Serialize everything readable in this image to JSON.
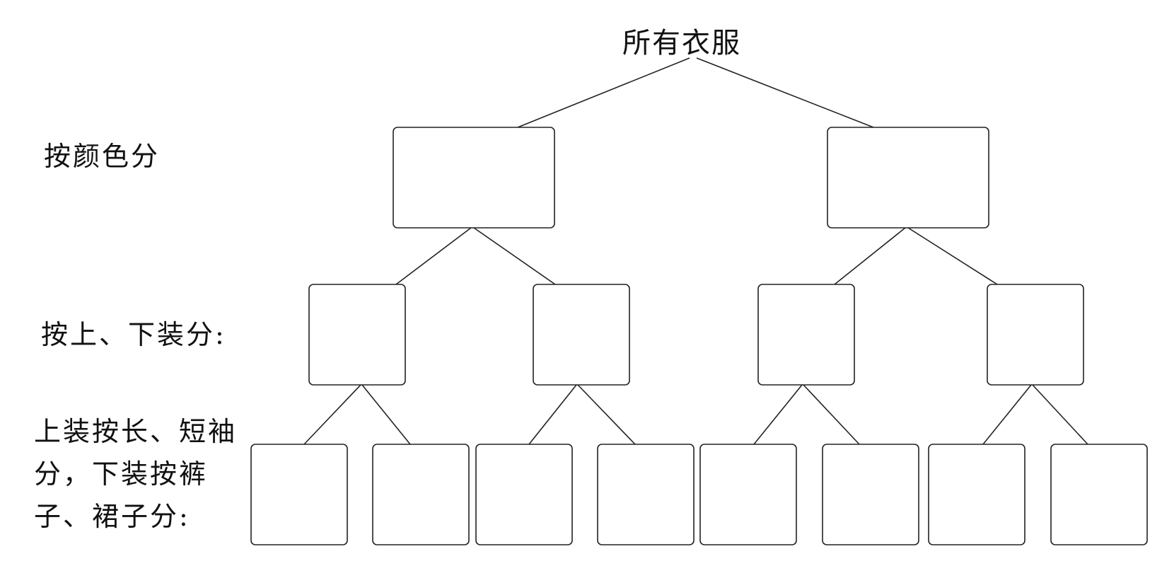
{
  "root": {
    "label": "所有衣服"
  },
  "levels": [
    {
      "label": "按颜色分"
    },
    {
      "label": "按上、下装分:"
    },
    {
      "label": "上装按长、短袖分，下装按裤子、裙子分:"
    }
  ],
  "tree": {
    "level1_boxes": 2,
    "level2_boxes": 4,
    "level3_boxes": 8
  },
  "colors": {
    "line": "#222222",
    "text": "#111111",
    "background": "#ffffff"
  }
}
